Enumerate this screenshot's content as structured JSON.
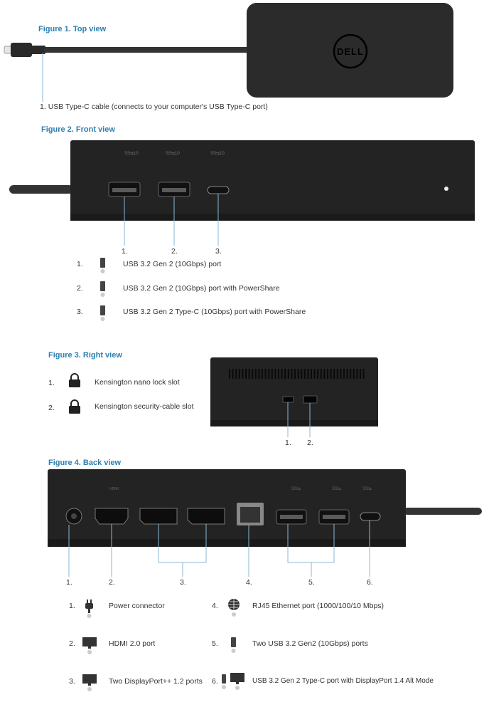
{
  "colors": {
    "figure_title": "#2c7fb0",
    "dock_body": "#232323",
    "dock_edge": "#3a3a3a",
    "callout_line": "#8ab7d4",
    "text": "#333333"
  },
  "figure1": {
    "title": "Figure 1. Top view",
    "logo_text": "DELL",
    "callouts": [
      {
        "num": "1.",
        "label": "USB Type-C cable (connects to your computer's USB Type-C port)"
      }
    ]
  },
  "figure2": {
    "title": "Figure 2. Front view",
    "callout_numbers": [
      "1.",
      "2.",
      "3."
    ],
    "legend": [
      {
        "num": "1.",
        "icon": "usb-icon",
        "label": "USB 3.2 Gen 2 (10Gbps) port"
      },
      {
        "num": "2.",
        "icon": "usb-icon",
        "label": "USB 3.2 Gen 2 (10Gbps) port with PowerShare"
      },
      {
        "num": "3.",
        "icon": "usb-icon",
        "label": "USB 3.2 Gen 2 Type-C (10Gbps) port with PowerShare"
      }
    ]
  },
  "figure3": {
    "title": "Figure 3. Right view",
    "legend": [
      {
        "num": "1.",
        "icon": "lock-icon",
        "label": "Kensington nano lock slot"
      },
      {
        "num": "2.",
        "icon": "lock-icon",
        "label": "Kensington security-cable slot"
      }
    ],
    "callout_numbers": [
      "1.",
      "2."
    ]
  },
  "figure4": {
    "title": "Figure 4. Back view",
    "callout_numbers": [
      "1.",
      "2.",
      "3.",
      "4.",
      "5.",
      "6."
    ],
    "legend_left": [
      {
        "num": "1.",
        "icon": "power-plug-icon",
        "label": "Power connector"
      },
      {
        "num": "2.",
        "icon": "monitor-icon",
        "label": "HDMI 2.0 port"
      },
      {
        "num": "3.",
        "icon": "monitor-icon",
        "label": "Two DisplayPort++ 1.2 ports"
      }
    ],
    "legend_right": [
      {
        "num": "4.",
        "icon": "network-icon",
        "label": "RJ45 Ethernet port (1000/100/10 Mbps)"
      },
      {
        "num": "5.",
        "icon": "usb-icon",
        "label": "Two USB 3.2 Gen2 (10Gbps)  ports"
      },
      {
        "num": "6.",
        "icon": "usb-monitor-icon",
        "label": "USB 3.2 Gen 2 Type-C port with DisplayPort 1.4 Alt Mode"
      }
    ]
  }
}
